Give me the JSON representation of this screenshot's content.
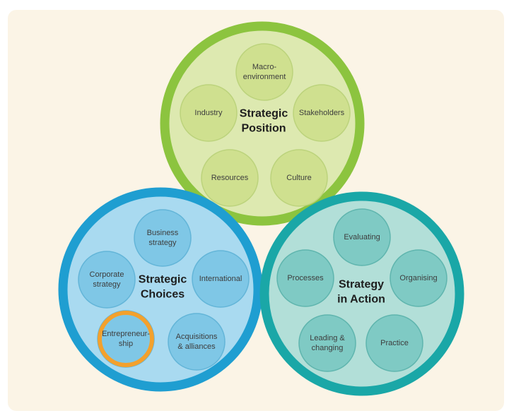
{
  "colors": {
    "panel_bg": "#fbf4e6",
    "position_ring": "#8cc43f",
    "position_fill": "#dde9b0",
    "position_sub_fill": "#cfe08f",
    "choices_ring": "#1f9ed1",
    "choices_fill": "#a9daf0",
    "choices_sub_fill": "#7fc7e6",
    "action_ring": "#1aa7a7",
    "action_fill": "#b2dfd8",
    "action_sub_fill": "#7fcac4",
    "highlight": "#f3a12d"
  },
  "diagram": {
    "groups": [
      {
        "id": "strategic-position",
        "title": [
          "Strategic",
          "Position"
        ],
        "items": [
          {
            "id": "macro-environment",
            "lines": [
              "Macro-",
              "environment"
            ]
          },
          {
            "id": "industry",
            "lines": [
              "Industry"
            ]
          },
          {
            "id": "stakeholders",
            "lines": [
              "Stakeholders"
            ]
          },
          {
            "id": "resources",
            "lines": [
              "Resources"
            ]
          },
          {
            "id": "culture",
            "lines": [
              "Culture"
            ]
          }
        ]
      },
      {
        "id": "strategic-choices",
        "title": [
          "Strategic",
          "Choices"
        ],
        "items": [
          {
            "id": "business-strategy",
            "lines": [
              "Business",
              "strategy"
            ]
          },
          {
            "id": "corporate-strategy",
            "lines": [
              "Corporate",
              "strategy"
            ]
          },
          {
            "id": "international",
            "lines": [
              "International"
            ]
          },
          {
            "id": "entrepreneurship",
            "lines": [
              "Entrepreneur-",
              "ship"
            ],
            "highlighted": true
          },
          {
            "id": "acquisitions-alliances",
            "lines": [
              "Acquisitions",
              "& alliances"
            ]
          }
        ]
      },
      {
        "id": "strategy-in-action",
        "title": [
          "Strategy",
          "in Action"
        ],
        "items": [
          {
            "id": "evaluating",
            "lines": [
              "Evaluating"
            ]
          },
          {
            "id": "processes",
            "lines": [
              "Processes"
            ]
          },
          {
            "id": "organising",
            "lines": [
              "Organising"
            ]
          },
          {
            "id": "leading-changing",
            "lines": [
              "Leading &",
              "changing"
            ]
          },
          {
            "id": "practice",
            "lines": [
              "Practice"
            ]
          }
        ]
      }
    ]
  }
}
